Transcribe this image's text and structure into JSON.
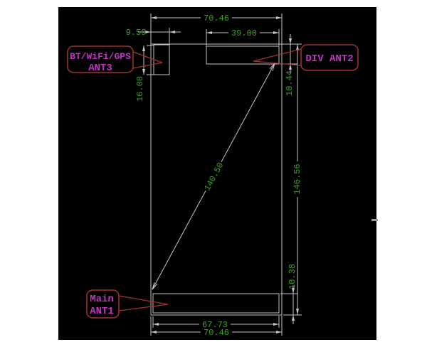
{
  "colors": {
    "canvas_bg": "#000000",
    "page_bg": "#ffffff",
    "line": "#c4c4c4",
    "dim_text": "#3f9f24",
    "callout": "#a2332c",
    "label_text": "#c433c4",
    "tick": "#999999"
  },
  "callouts": {
    "ant3": {
      "line1": "BT/WiFi/GPS",
      "line2": "ANT3"
    },
    "ant2": {
      "label": "DIV ANT2"
    },
    "ant1": {
      "line1": "Main",
      "line2": "ANT1"
    }
  },
  "dimensions": {
    "board_width_top": "70.46",
    "ant3_inset": "9.59",
    "ant2_width": "39.00",
    "ant3_height": "16.08",
    "ant2_depth": "10.44",
    "board_height": "146.56",
    "diagonal_span": "140.50",
    "ant1_depth": "10.38",
    "ant1_width": "67.73",
    "board_width_bottom": "70.46"
  }
}
